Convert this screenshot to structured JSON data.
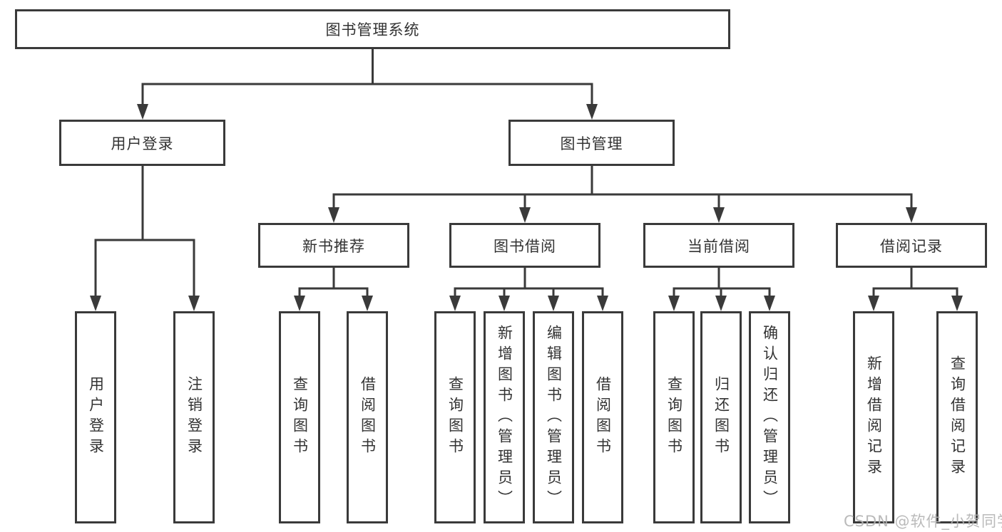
{
  "tree": {
    "label": "图书管理系统",
    "children": [
      {
        "label": "用户登录",
        "children": [
          {
            "label": "用户登录"
          },
          {
            "label": "注销登录"
          }
        ]
      },
      {
        "label": "图书管理",
        "children": [
          {
            "label": "新书推荐",
            "children": [
              {
                "label": "查询图书"
              },
              {
                "label": "借阅图书"
              }
            ]
          },
          {
            "label": "图书借阅",
            "children": [
              {
                "label": "查询图书"
              },
              {
                "label": "新增图书（管理员）"
              },
              {
                "label": "编辑图书（管理员）"
              },
              {
                "label": "借阅图书"
              }
            ]
          },
          {
            "label": "当前借阅",
            "children": [
              {
                "label": "查询图书"
              },
              {
                "label": "归还图书"
              },
              {
                "label": "确认归还（管理员）"
              }
            ]
          },
          {
            "label": "借阅记录",
            "children": [
              {
                "label": "新增借阅记录"
              },
              {
                "label": "查询借阅记录"
              }
            ]
          }
        ]
      }
    ]
  },
  "watermark": {
    "text": "CSDN @软件_小贺同学"
  },
  "colors": {
    "line": "#3a3a3a",
    "text": "#333333",
    "background": "#ffffff",
    "watermark": "#b3b3b3"
  }
}
